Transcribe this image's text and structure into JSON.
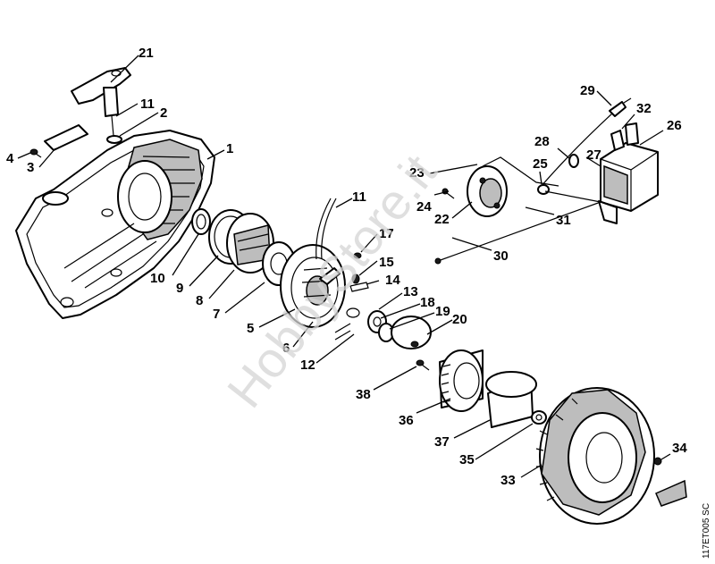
{
  "watermark": "HobbyStore.it",
  "drawing_code": "117ET005 SC",
  "labels": {
    "p1": "1",
    "p2": "2",
    "p3": "3",
    "p4": "4",
    "p5": "5",
    "p6": "6",
    "p7": "7",
    "p8": "8",
    "p9": "9",
    "p10": "10",
    "p11a": "11",
    "p11b": "11",
    "p12": "12",
    "p13": "13",
    "p14": "14",
    "p15": "15",
    "p17": "17",
    "p18": "18",
    "p19": "19",
    "p20": "20",
    "p21": "21",
    "p22": "22",
    "p23": "23",
    "p24": "24",
    "p25": "25",
    "p26": "26",
    "p27": "27",
    "p28": "28",
    "p29": "29",
    "p30": "30",
    "p31": "31",
    "p32": "32",
    "p33": "33",
    "p34": "34",
    "p35": "35",
    "p36": "36",
    "p37": "37",
    "p38": "38"
  }
}
